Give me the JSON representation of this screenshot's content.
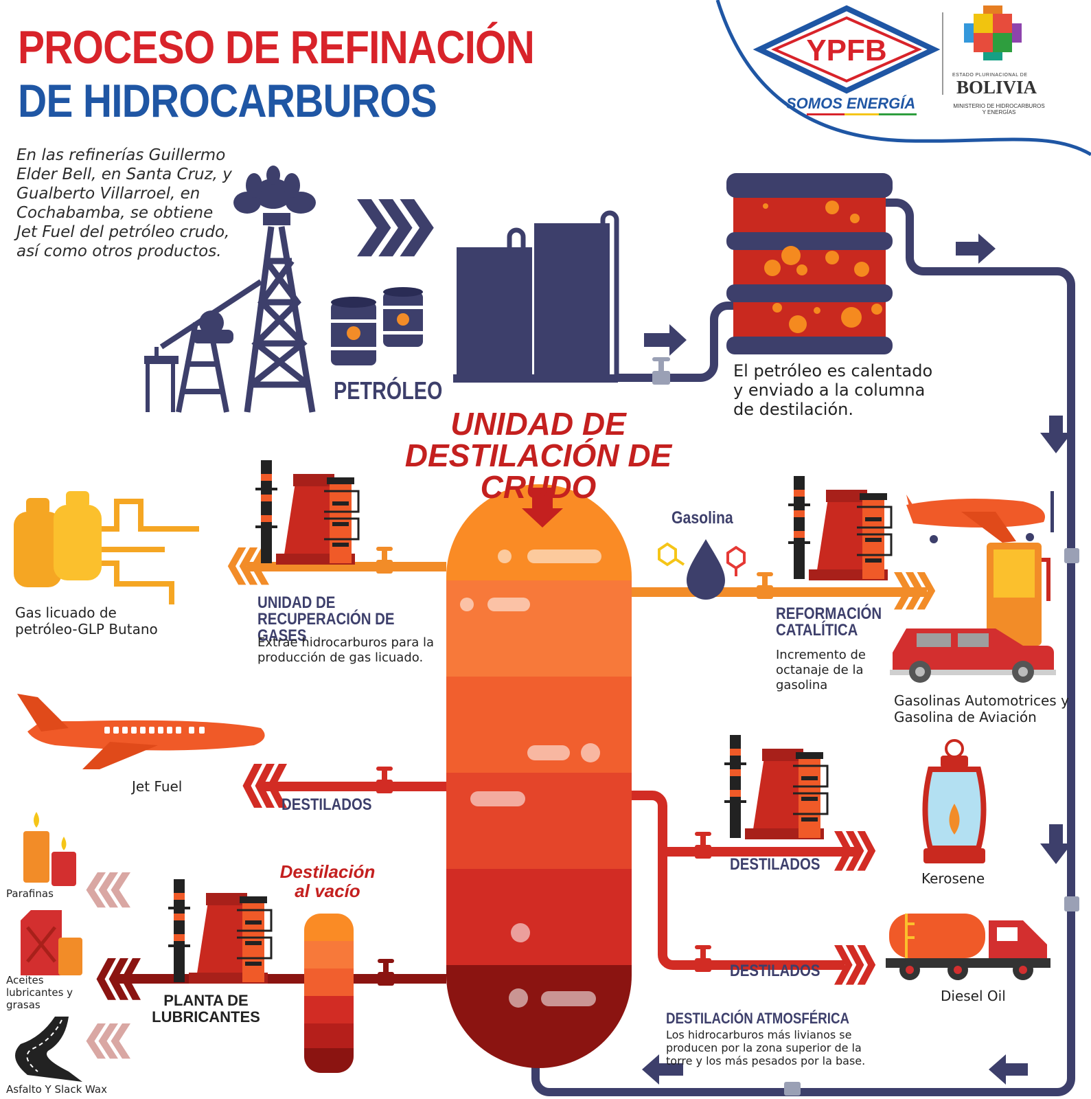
{
  "title": {
    "line1": "PROCESO DE REFINACIÓN",
    "line2": "DE HIDROCARBUROS"
  },
  "intro": "En las refinerías Guillermo Elder Bell, en Santa Cruz, y Gualberto Villarroel, en Cochabamba, se obtiene Jet Fuel del petróleo crudo, así como otros productos.",
  "logos": {
    "ypfb": "YPFB",
    "tagline": "SOMOS ENERGÍA",
    "estado": "ESTADO PLURINACIONAL DE",
    "bolivia": "BOLIVIA",
    "ministerio": "MINISTERIO DE HIDROCARBUROS Y ENERGÍAS"
  },
  "crude": {
    "label": "PETRÓLEO",
    "heating_text": "El petróleo es calentado y enviado a la columna de destilación."
  },
  "column": {
    "title": "UNIDAD DE DESTILACIÓN DE CRUDO",
    "colors": [
      "#fa8b25",
      "#f7793a",
      "#f15f2e",
      "#e4452a",
      "#d22c24",
      "#b51f1b",
      "#8b1411"
    ]
  },
  "gas_recovery": {
    "title": "UNIDAD DE RECUPERACIÓN DE GASES",
    "description": "Extrae hidrocarburos para la producción de gas licuado.",
    "product": "Gas licuado de petróleo-GLP Butano"
  },
  "reforming": {
    "input_label": "Gasolina",
    "title": "REFORMACIÓN CATALÍTICA",
    "description": "Incremento de octanaje de la gasolina",
    "product": "Gasolinas Automotrices y Gasolina de Aviación"
  },
  "distillates": {
    "label_left": "DESTILADOS",
    "label_mid": "DESTILADOS",
    "label_low": "DESTILADOS",
    "jet_fuel": "Jet Fuel",
    "kerosene": "Kerosene",
    "diesel": "Diesel Oil"
  },
  "vacuum": {
    "title": "Destilación al vacío",
    "plant": "PLANTA DE LUBRICANTES",
    "products": [
      "Parafinas",
      "Aceites lubricantes y grasas",
      "Asfalto Y Slack Wax"
    ]
  },
  "atmospheric": {
    "title": "DESTILACIÓN ATMOSFÉRICA",
    "description": "Los hidrocarburos más livianos se producen por la zona superior de la torre y los más pesados por la base."
  },
  "palette": {
    "navy": "#3d3f6b",
    "red": "#d8232a",
    "blue": "#1f56a4",
    "orange": "#f28c28"
  }
}
